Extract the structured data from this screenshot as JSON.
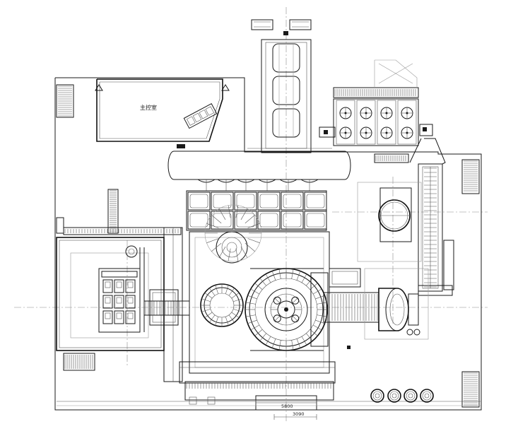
{
  "drawing": {
    "room_label": "主控室",
    "dimension_primary": "5800",
    "dimension_secondary": "3090"
  }
}
